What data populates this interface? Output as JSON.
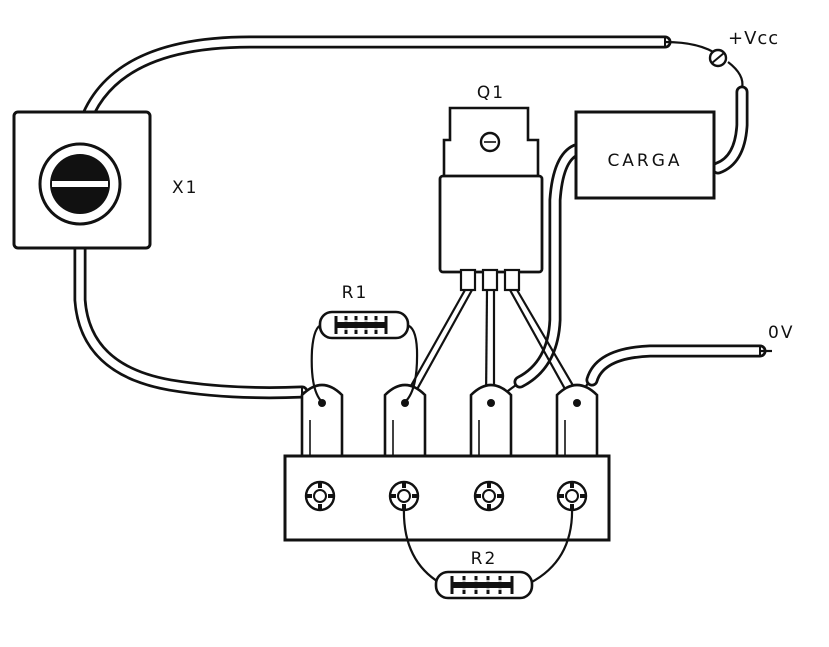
{
  "labels": {
    "vcc": "+Vcc",
    "q1": "Q1",
    "load": "CARGA",
    "x1": "X1",
    "r1": "R1",
    "r2": "R2",
    "ground": "0V"
  },
  "colors": {
    "ink": "#111111",
    "paper": "#ffffff"
  }
}
